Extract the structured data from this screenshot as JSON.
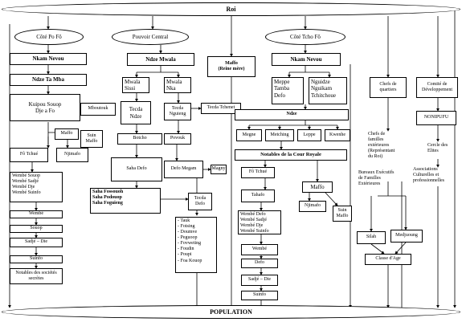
{
  "roi": "Roi",
  "population": "POPULATION",
  "cote_po_fo": "Côté Po Fô",
  "pouvoir_central": "Pouvoir Central",
  "cote_tcho_fo": "Côté Tcho Fô",
  "left": {
    "nkam_nevou": "Nkam Nevou",
    "ndze_ta_mba": "Ndze Ta Mba",
    "kuipou": "Kuipou Souop\nDje a Fo",
    "mboutouk": "Mboutouk",
    "maffo": "Maffo",
    "suin_maffo": "Suin\nMaffo",
    "fo_tchue": "Fô Tchué",
    "njimafo": "Njimafo",
    "wembe_list": "Wembé Souop\nWembé Sadjé\nWembé Dje\nWembé Suinfo",
    "wembe": "Wembé",
    "souop": "Souop",
    "sadje_die": "Sadjé – Die",
    "suinfo": "Suinfo",
    "notables": "Notables des sociétés\nsecrètes"
  },
  "center": {
    "ndze_mwala": "Ndze Mwala",
    "mwala_sissi": "Mwala\nSissi",
    "mwala_nka": "Mwala\nNka",
    "maffo_reine": "Maffo\n(Reine mère)",
    "tecda_ndze": "Tecda\nNdze",
    "tecda_nguieng": "Tecda\nNguieng",
    "tecda_tchenet": "Tecda Tchenet",
    "botcho": "Botcho",
    "povouk": "Povouk",
    "saha_defo": "Saha Defo",
    "defo_megam": "Defo Megam",
    "magny": "Magny",
    "saha_list": "Saha Fossouoh\nSaha Podouop\nSaha Foguieng",
    "tecda_defo": "Tecda\nDefo",
    "societies": "-   Tauk\n-   Fotsing\n-   Doumve\n-   Peguoop\n-   Fovweting\n-   Foudin\n-   Poupi\n-   Foa Kouop"
  },
  "right": {
    "nkam_nevou": "Nkam Nevou",
    "meppe": "Meppe\nTamba\nDefo",
    "nguidze": "Nguidze\nNguikam\nTchitchoue",
    "ndze": "Ndze",
    "megne": "Megne",
    "metching": "Metching",
    "leppe": "Leppe",
    "kwenhe": "Kwenhe",
    "notables_cour": "Notables de la Cour Royale",
    "fo_tchue": "Fô Tchué",
    "tahafo": "Tahafo",
    "maffo": "Maffo",
    "njimafo": "Njimafo",
    "suin_maffo": "Suin\nMaffo",
    "wembe_list": "Wembé Defo\nWembé Sadjé\nWembé Dje\nWembé Suinfo",
    "wembe": "Wembé",
    "defo": "Defo",
    "sadje_die": "Sadjé – Die",
    "suinfo": "Suinfo"
  },
  "far_right": {
    "chefs_quartiers": "Chefs de\nquartiers",
    "chefs_familles": "Chefs de\nfamilles\nextérieures\n(Représentant\ndu Roi)",
    "bureaux": "Bureaux Exécutifs\nde Familles\nExtérieures",
    "silah": "Silah",
    "medjuoung": "Medjuoung",
    "classe_age": "Classe d'Age",
    "comite": "Comité de\nDéveloppement",
    "nonpufu": "NONIPUFU",
    "cercle_elites": "Cercle des\nElites",
    "associations": "Associations\nCulturelles et\nprofessionnelles"
  }
}
